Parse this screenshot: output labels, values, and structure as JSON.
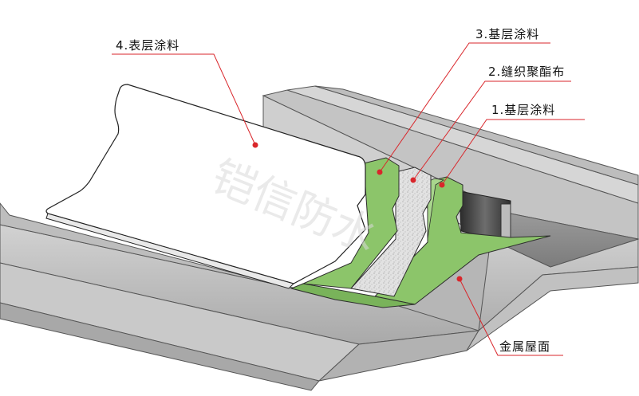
{
  "labels": {
    "topcoat": "4.表层涂料",
    "base_coat_outer": "3.基层涂料",
    "fabric": "2.缝织聚酯布",
    "base_coat_inner": "1.基层涂料",
    "metal_roof": "金属屋面"
  },
  "watermark": "铠信防水",
  "colors": {
    "leader": "#d9262b",
    "dot": "#d9262b",
    "green_coat": "#8cc56a",
    "metal": "#b9b9b9",
    "topcoat": "#ffffff",
    "fabric": "#dcdcdc"
  }
}
